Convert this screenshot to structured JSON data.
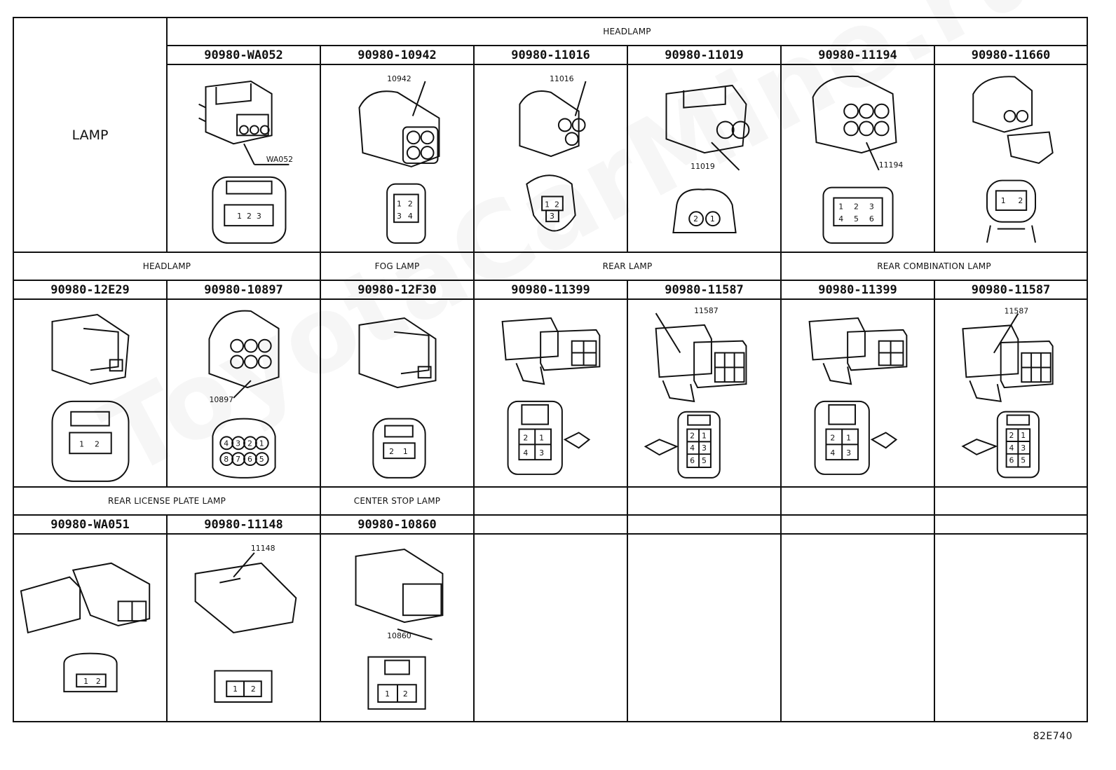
{
  "sheet": {
    "row_label": "LAMP",
    "figure_code": "82E740",
    "watermark": "ToyotaCarMine.ru"
  },
  "row1": {
    "group_label": "HEADLAMP",
    "connectors": [
      {
        "part_number": "90980-WA052",
        "code": "WA052",
        "pins": [
          "1",
          "2",
          "3"
        ]
      },
      {
        "part_number": "90980-10942",
        "code": "10942",
        "pins": [
          "1",
          "2",
          "3",
          "4"
        ]
      },
      {
        "part_number": "90980-11016",
        "code": "11016",
        "pins": [
          "1",
          "2",
          "3"
        ]
      },
      {
        "part_number": "90980-11019",
        "code": "11019",
        "pins": [
          "2",
          "1"
        ]
      },
      {
        "part_number": "90980-11194",
        "code": "11194",
        "pins": [
          "1",
          "2",
          "3",
          "4",
          "5",
          "6"
        ]
      },
      {
        "part_number": "90980-11660",
        "code": "",
        "pins": [
          "1",
          "2"
        ]
      }
    ]
  },
  "row2": {
    "groups": [
      "HEADLAMP",
      "FOG LAMP",
      "REAR LAMP",
      "REAR COMBINATION LAMP"
    ],
    "connectors": [
      {
        "part_number": "90980-12E29",
        "code": "",
        "pins": [
          "1",
          "2"
        ]
      },
      {
        "part_number": "90980-10897",
        "code": "10897",
        "pins": [
          "4",
          "3",
          "2",
          "1",
          "8",
          "7",
          "6",
          "5"
        ]
      },
      {
        "part_number": "90980-12F30",
        "code": "",
        "pins": [
          "2",
          "1"
        ]
      },
      {
        "part_number": "90980-11399",
        "code": "",
        "pins": [
          "2",
          "1",
          "4",
          "3"
        ]
      },
      {
        "part_number": "90980-11587",
        "code": "11587",
        "pins": [
          "2",
          "1",
          "4",
          "3",
          "6",
          "5"
        ]
      },
      {
        "part_number": "90980-11399",
        "code": "",
        "pins": [
          "2",
          "1",
          "4",
          "3"
        ]
      },
      {
        "part_number": "90980-11587",
        "code": "11587",
        "pins": [
          "2",
          "1",
          "4",
          "3",
          "6",
          "5"
        ]
      }
    ]
  },
  "row3": {
    "groups": [
      "REAR LICENSE PLATE LAMP",
      "CENTER STOP LAMP"
    ],
    "connectors": [
      {
        "part_number": "90980-WA051",
        "code": "",
        "pins": [
          "1",
          "2"
        ]
      },
      {
        "part_number": "90980-11148",
        "code": "11148",
        "pins": [
          "1",
          "2"
        ]
      },
      {
        "part_number": "90980-10860",
        "code": "10860",
        "pins": [
          "1",
          "2"
        ]
      }
    ]
  }
}
